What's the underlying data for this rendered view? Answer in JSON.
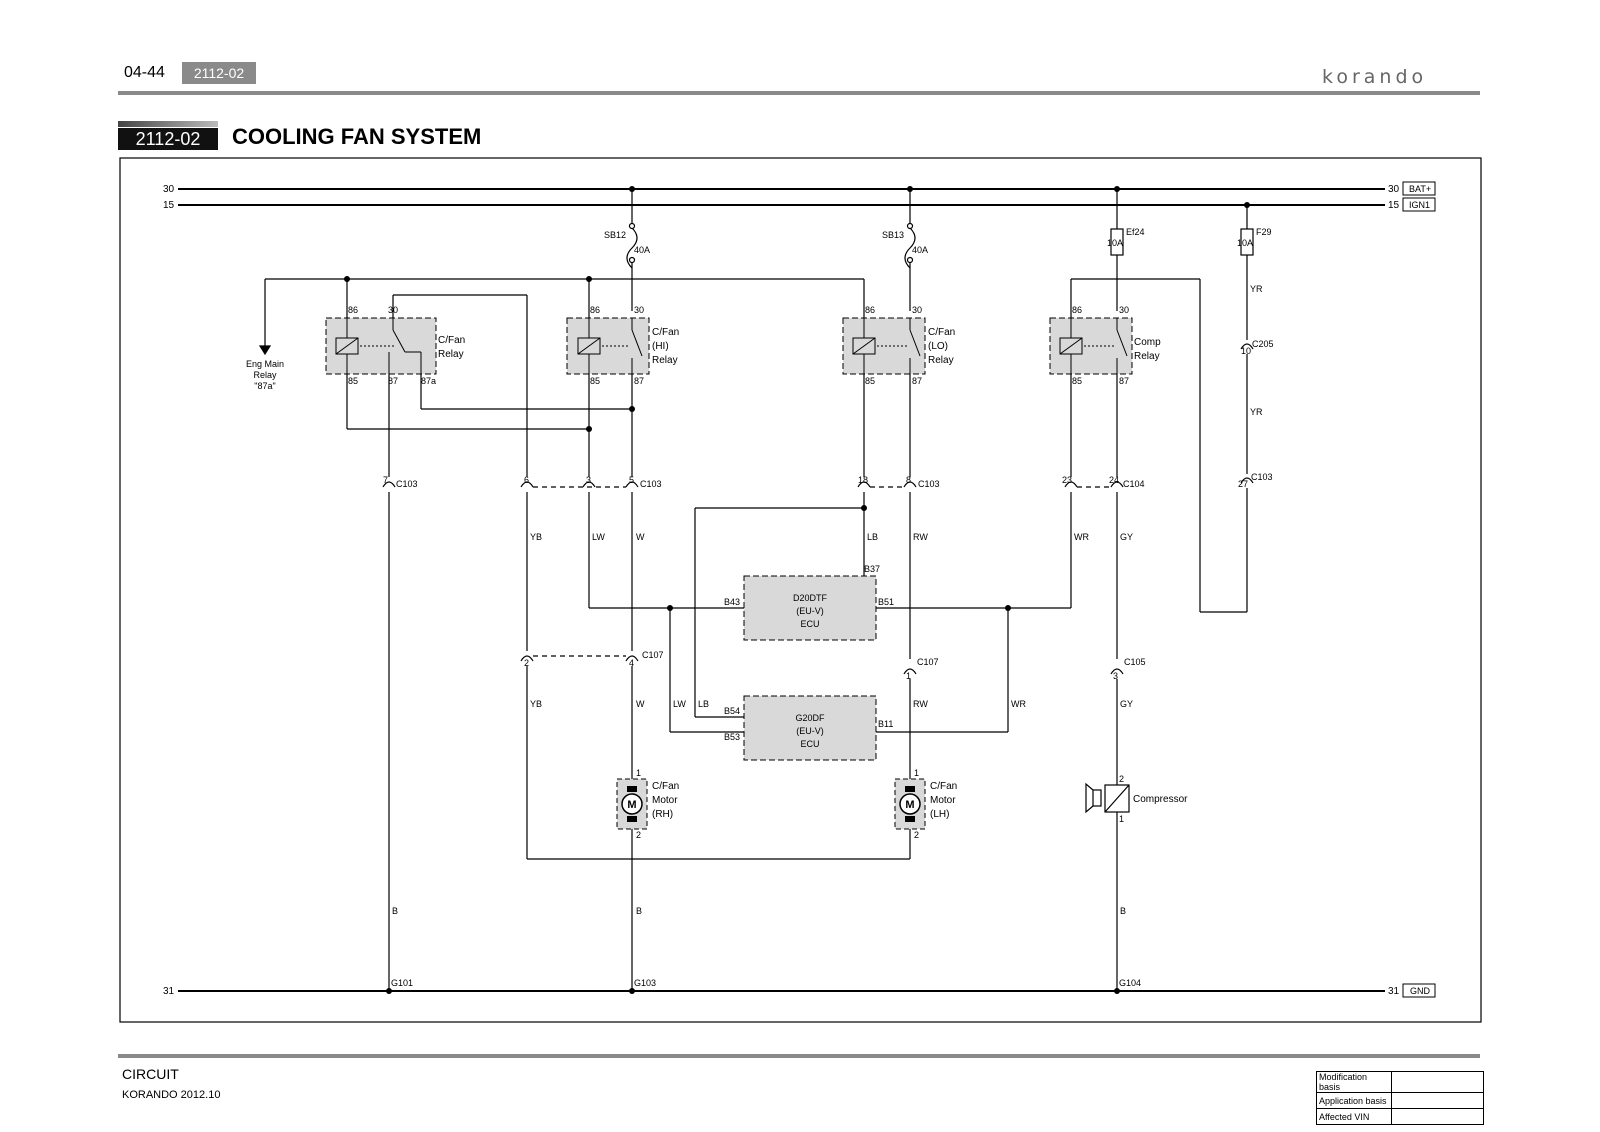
{
  "header": {
    "page_number": "04-44",
    "section_code": "2112-02",
    "brand": "korando"
  },
  "title": {
    "code": "2112-02",
    "text": "COOLING FAN SYSTEM"
  },
  "diagram": {
    "buses": {
      "b30": "30",
      "b15": "15",
      "b31": "31",
      "bat": "BAT+",
      "ign": "IGN1",
      "gnd": "GND"
    },
    "fuses": {
      "sb12": "SB12",
      "sb12_rating": "40A",
      "sb13": "SB13",
      "sb13_rating": "40A",
      "ef24": "Ef24",
      "ef24_rating": "10A",
      "f29": "F29",
      "f29_rating": "10A"
    },
    "relays": {
      "relay1": [
        "C/Fan",
        "Relay"
      ],
      "relay2": [
        "C/Fan",
        "(HI)",
        "Relay"
      ],
      "relay3": [
        "C/Fan",
        "(LO)",
        "Relay"
      ],
      "relay4": [
        "Comp",
        "Relay"
      ]
    },
    "pins": {
      "p86": "86",
      "p30": "30",
      "p85": "85",
      "p87": "87",
      "p87a": "87a",
      "m1": "1",
      "m2": "2"
    },
    "eng_main_relay": [
      "Eng Main",
      "Relay",
      "\"87a\""
    ],
    "connectors": {
      "c103": "C103",
      "c104": "C104",
      "c107": "C107",
      "c105": "C105",
      "c205": "C205",
      "n7": "7",
      "n6": "6",
      "n3": "3",
      "n5": "5",
      "n18": "18",
      "n8": "8",
      "n23": "23",
      "n24": "24",
      "n27": "27",
      "n10": "10",
      "n2": "2",
      "n4": "4",
      "n1": "1",
      "n3b": "3"
    },
    "wires": {
      "yb": "YB",
      "lw": "LW",
      "w": "W",
      "lb": "LB",
      "rw": "RW",
      "wr": "WR",
      "gy": "GY",
      "yr": "YR",
      "b": "B"
    },
    "ecu1": {
      "lines": [
        "D20DTF",
        "(EU-V)",
        "ECU"
      ],
      "pin_b37": "B37",
      "pin_b43": "B43",
      "pin_b51": "B51"
    },
    "ecu2": {
      "lines": [
        "G20DF",
        "(EU-V)",
        "ECU"
      ],
      "pin_b54": "B54",
      "pin_b53": "B53",
      "pin_b11": "B11"
    },
    "motor_rh": [
      "C/Fan",
      "Motor",
      "(RH)"
    ],
    "motor_lh": [
      "C/Fan",
      "Motor",
      "(LH)"
    ],
    "motor_symbol": "M",
    "compressor": "Compressor",
    "grounds": {
      "g101": "G101",
      "g103": "G103",
      "g104": "G104"
    }
  },
  "footer": {
    "section": "CIRCUIT",
    "model": "KORANDO 2012.10",
    "info": [
      {
        "label": "Modification basis",
        "value": ""
      },
      {
        "label": "Application basis",
        "value": ""
      },
      {
        "label": "Affected VIN",
        "value": ""
      }
    ]
  }
}
